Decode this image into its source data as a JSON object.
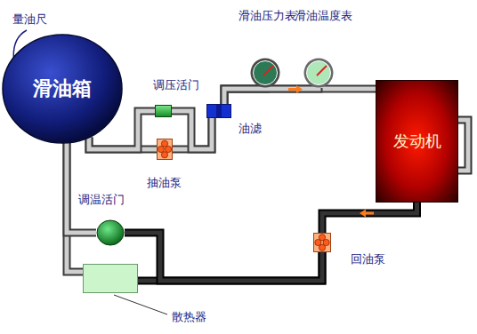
{
  "diagram": {
    "nodes": [
      {
        "text": [
          "滑油箱"
        ]
      },
      {
        "text": [
          "调压活门"
        ]
      },
      {
        "text": [
          "滑油压力表"
        ]
      },
      {
        "text": [
          "滑油温度表"
        ]
      },
      {
        "text": [
          "油滤"
        ]
      },
      {
        "text": [
          "抽油泵"
        ]
      },
      {
        "text": [
          "发动机"
        ]
      },
      {
        "text": [
          "调温活门"
        ]
      },
      {
        "text": [
          "回油泵"
        ]
      },
      {
        "text": [
          "散热器"
        ]
      }
    ],
    "edges": [
      {
        "from": 0,
        "to": 5,
        "arrow": "none"
      },
      {
        "from": 0,
        "to": 1,
        "arrow": "none"
      },
      {
        "from": 5,
        "to": 4,
        "arrow": "none"
      },
      {
        "from": 1,
        "to": 4,
        "arrow": "none"
      },
      {
        "from": 4,
        "to": 6,
        "arrow": "none"
      },
      {
        "from": 4,
        "to": 2,
        "arrow": "none"
      },
      {
        "from": 4,
        "to": 3,
        "arrow": "none"
      },
      {
        "from": 6,
        "to": 8,
        "arrow": "none"
      },
      {
        "from": 8,
        "to": 9,
        "arrow": "none"
      },
      {
        "from": 8,
        "to": 7,
        "arrow": "none"
      },
      {
        "from": 9,
        "to": 0,
        "arrow": "none"
      },
      {
        "from": 7,
        "to": 0,
        "arrow": "none"
      }
    ],
    "labels": [
      "量油尺"
    ]
  }
}
